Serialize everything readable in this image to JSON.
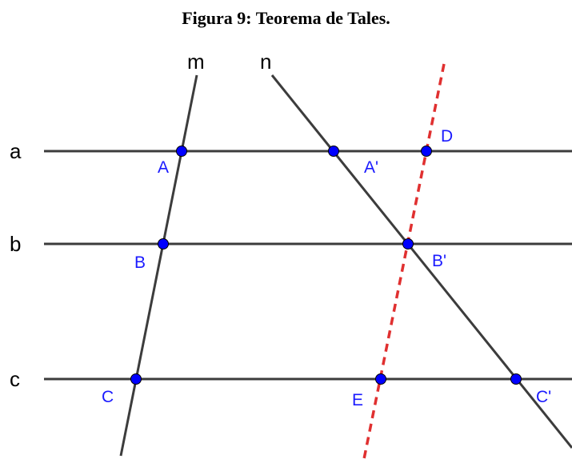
{
  "caption": "Figura 9: Teorema de Tales.",
  "colors": {
    "line": "#3c3c3c",
    "dashed_line": "#e03030",
    "point": "#0000ff",
    "point_label": "#1a1aff"
  },
  "line_labels": {
    "a": "a",
    "b": "b",
    "c": "c",
    "m": "m",
    "n": "n"
  },
  "point_labels": {
    "A": "A",
    "A_prime": "A'",
    "B": "B",
    "B_prime": "B'",
    "C": "C",
    "C_prime": "C'",
    "D": "D",
    "E": "E"
  }
}
